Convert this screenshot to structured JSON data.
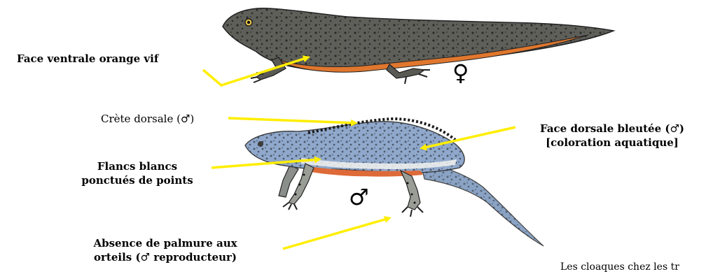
{
  "labels": {
    "ventral": "Face ventrale orange vif",
    "crest": "Crète dorsale (♂)",
    "flanks_1": "Flancs blancs",
    "flanks_2": "ponctués de points",
    "webbing_1": "Absence de palmure aux",
    "webbing_2": "orteils (♂ reproducteur)",
    "dorsal_1": "Face dorsale bleutée (♂)",
    "dorsal_2": "[coloration aquatique]",
    "cut_text": "Les cloaques chez les tr"
  },
  "symbols": {
    "female": "♀",
    "male": "♂"
  },
  "colors": {
    "arrow": "#ffee00",
    "female_body": "#5f5f5a",
    "female_belly": "#e0772e",
    "male_body": "#8fa8cc",
    "male_belly": "#de6a38",
    "spots": "#1d1d1d"
  }
}
